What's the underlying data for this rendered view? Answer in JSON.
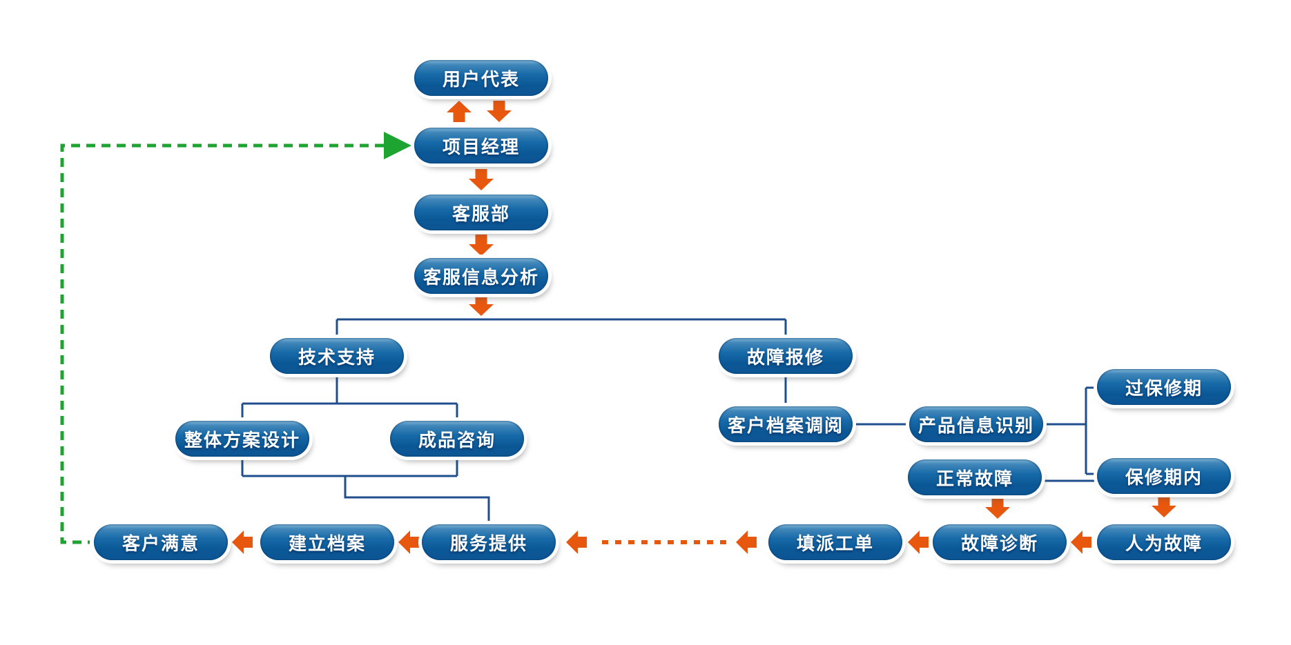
{
  "flowchart": {
    "title": "customer-service-process-flowchart",
    "colors": {
      "node_fill_top": "#85b9d9",
      "node_fill_main": "#176aa8",
      "node_fill_bottom": "#0e5695",
      "node_ring": "#ffffff",
      "node_text": "#ffffff",
      "connector_blue": "#1e4e8c",
      "arrow_orange": "#e8570e",
      "feedback_green": "#1ea431",
      "background": "#ffffff"
    },
    "nodes": [
      {
        "id": "user-representative",
        "label": "用户代表"
      },
      {
        "id": "project-manager",
        "label": "项目经理"
      },
      {
        "id": "customer-service-dept",
        "label": "客服部"
      },
      {
        "id": "service-info-analysis",
        "label": "客服信息分析"
      },
      {
        "id": "technical-support",
        "label": "技术支持"
      },
      {
        "id": "overall-solution-design",
        "label": "整体方案设计"
      },
      {
        "id": "product-consultation",
        "label": "成品咨询"
      },
      {
        "id": "fault-repair-request",
        "label": "故障报修"
      },
      {
        "id": "customer-file-review",
        "label": "客户档案调阅"
      },
      {
        "id": "product-info-identification",
        "label": "产品信息识别"
      },
      {
        "id": "out-of-warranty",
        "label": "过保修期"
      },
      {
        "id": "in-warranty",
        "label": "保修期内"
      },
      {
        "id": "normal-fault",
        "label": "正常故障"
      },
      {
        "id": "man-made-fault",
        "label": "人为故障"
      },
      {
        "id": "fault-diagnosis",
        "label": "故障诊断"
      },
      {
        "id": "work-order-dispatch",
        "label": "填派工单"
      },
      {
        "id": "service-provision",
        "label": "服务提供"
      },
      {
        "id": "file-establishment",
        "label": "建立档案"
      },
      {
        "id": "customer-satisfaction",
        "label": "客户满意"
      }
    ],
    "edges": [
      {
        "from": "user-representative",
        "to": "project-manager",
        "style": "orange-arrows-both-directions"
      },
      {
        "from": "project-manager",
        "to": "customer-service-dept",
        "style": "orange-arrow"
      },
      {
        "from": "customer-service-dept",
        "to": "service-info-analysis",
        "style": "orange-arrow"
      },
      {
        "from": "service-info-analysis",
        "to": "technical-support",
        "style": "blue-line"
      },
      {
        "from": "service-info-analysis",
        "to": "fault-repair-request",
        "style": "blue-line"
      },
      {
        "from": "technical-support",
        "to": "overall-solution-design",
        "style": "blue-line"
      },
      {
        "from": "technical-support",
        "to": "product-consultation",
        "style": "blue-line"
      },
      {
        "from": "overall-solution-design",
        "to": "service-provision",
        "style": "blue-line"
      },
      {
        "from": "product-consultation",
        "to": "service-provision",
        "style": "blue-line"
      },
      {
        "from": "fault-repair-request",
        "to": "customer-file-review",
        "style": "blue-line"
      },
      {
        "from": "customer-file-review",
        "to": "product-info-identification",
        "style": "blue-line"
      },
      {
        "from": "product-info-identification",
        "to": "out-of-warranty",
        "style": "blue-line"
      },
      {
        "from": "product-info-identification",
        "to": "in-warranty",
        "style": "blue-line"
      },
      {
        "from": "normal-fault",
        "to": "in-warranty",
        "style": "blue-line"
      },
      {
        "from": "in-warranty",
        "to": "man-made-fault",
        "style": "orange-arrow"
      },
      {
        "from": "normal-fault",
        "to": "fault-diagnosis",
        "style": "orange-arrow"
      },
      {
        "from": "man-made-fault",
        "to": "fault-diagnosis",
        "style": "orange-arrow"
      },
      {
        "from": "fault-diagnosis",
        "to": "work-order-dispatch",
        "style": "orange-arrow"
      },
      {
        "from": "work-order-dispatch",
        "to": "service-provision",
        "style": "orange-dotted-arrow"
      },
      {
        "from": "service-provision",
        "to": "file-establishment",
        "style": "orange-arrow"
      },
      {
        "from": "file-establishment",
        "to": "customer-satisfaction",
        "style": "orange-arrow"
      },
      {
        "from": "customer-satisfaction",
        "to": "project-manager",
        "style": "green-dashed-feedback"
      }
    ]
  }
}
